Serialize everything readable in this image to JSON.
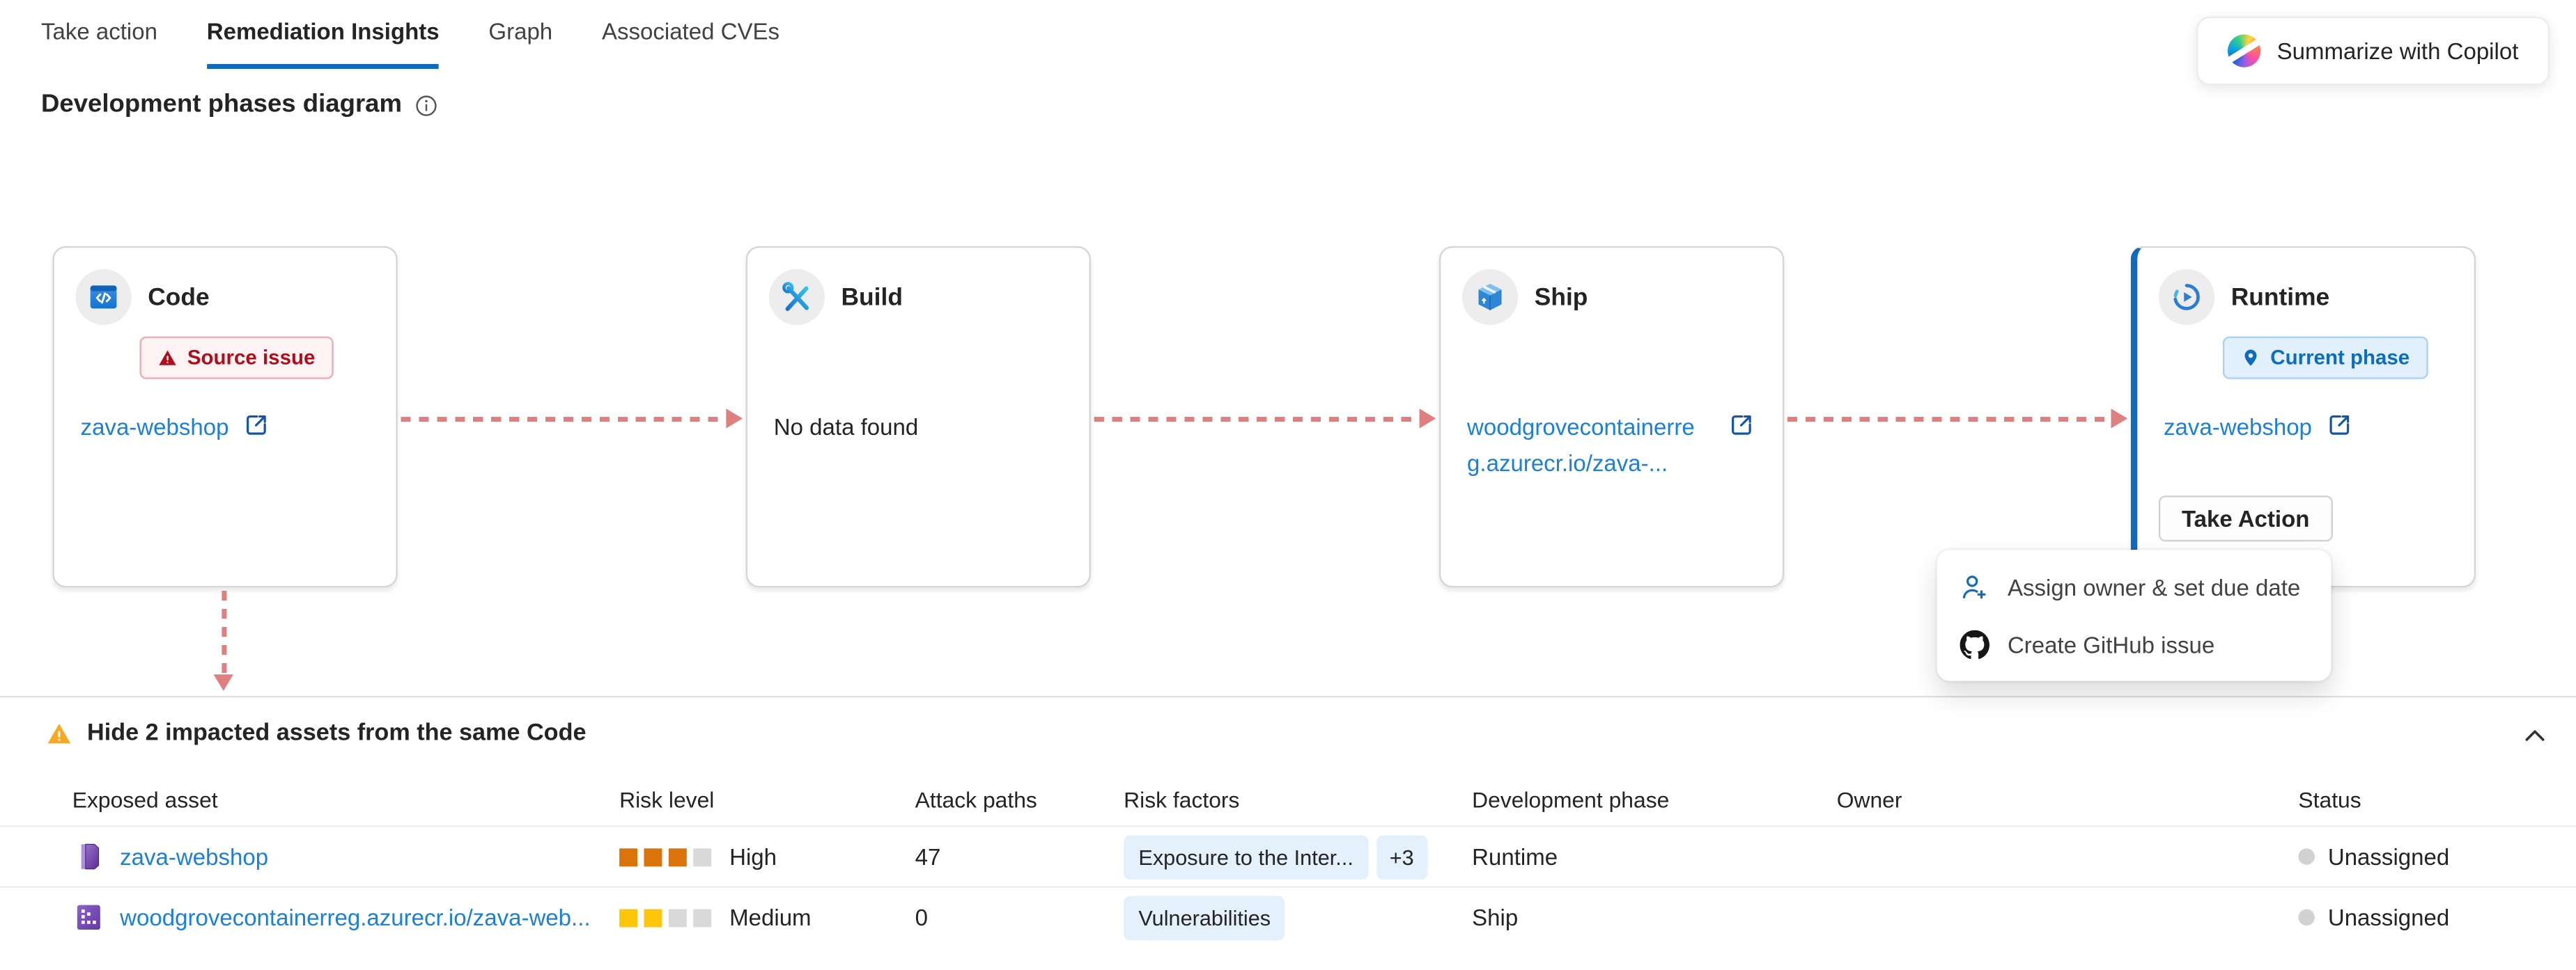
{
  "tabs": [
    {
      "label": "Take action",
      "active": false
    },
    {
      "label": "Remediation Insights",
      "active": true
    },
    {
      "label": "Graph",
      "active": false
    },
    {
      "label": "Associated CVEs",
      "active": false
    }
  ],
  "copilot_button": {
    "label": "Summarize with Copilot"
  },
  "section_title": "Development phases diagram",
  "phases": {
    "code": {
      "title": "Code",
      "badge": "Source issue",
      "link": "zava-webshop"
    },
    "build": {
      "title": "Build",
      "empty_text": "No data found"
    },
    "ship": {
      "title": "Ship",
      "link": "woodgrovecontainerreg.azurecr.io/zava-..."
    },
    "runtime": {
      "title": "Runtime",
      "badge": "Current phase",
      "link": "zava-webshop",
      "action_button": "Take Action"
    }
  },
  "action_menu": {
    "items": [
      {
        "label": "Assign owner & set due date",
        "icon": "person-add-icon"
      },
      {
        "label": "Create GitHub issue",
        "icon": "github-icon"
      }
    ]
  },
  "impacted_assets": {
    "header": "Hide 2 impacted assets from the same Code",
    "columns": [
      "Exposed asset",
      "Risk level",
      "Attack paths",
      "Risk factors",
      "Development phase",
      "Owner",
      "Status"
    ],
    "rows": [
      {
        "asset": "zava-webshop",
        "asset_icon": "web-app-icon",
        "risk_level": "High",
        "risk_filled": 3,
        "risk_total": 4,
        "risk_color": "#d9730a",
        "attack_paths": "47",
        "risk_factor": "Exposure to the Inter...",
        "risk_factor_more": "+3",
        "phase": "Runtime",
        "owner": "",
        "status": "Unassigned"
      },
      {
        "asset": "woodgrovecontainerreg.azurecr.io/zava-web...",
        "asset_icon": "container-registry-icon",
        "risk_level": "Medium",
        "risk_filled": 2,
        "risk_total": 4,
        "risk_color": "#fdc60b",
        "attack_paths": "0",
        "risk_factor": "Vulnerabilities",
        "risk_factor_more": "",
        "phase": "Ship",
        "owner": "",
        "status": "Unassigned"
      }
    ]
  },
  "colors": {
    "accent": "#0f6cbd",
    "link": "#1a80d8",
    "arrow": "#df7f7f",
    "source_issue_text": "#b10e1c",
    "warning_orange": "#f7a924",
    "risk_high": "#d9730a",
    "risk_medium": "#fdc60b",
    "badge_bg": "#e4f0fb"
  }
}
